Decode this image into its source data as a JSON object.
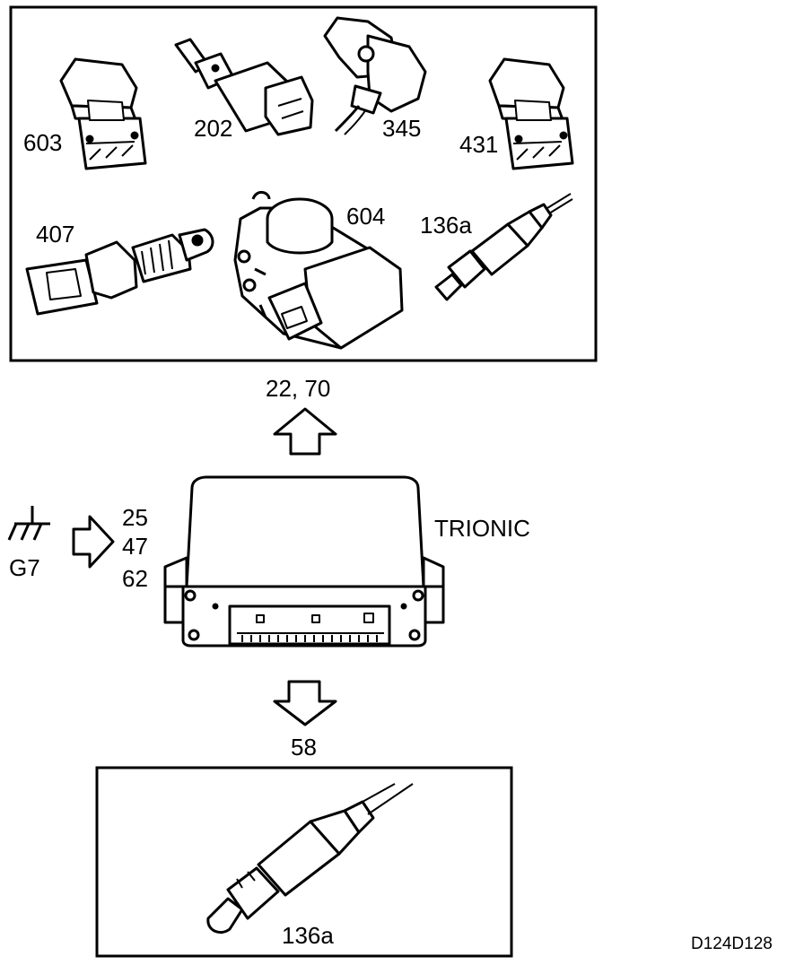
{
  "components": {
    "c603": "603",
    "c202": "202",
    "c345": "345",
    "c431": "431",
    "c407": "407",
    "c604": "604",
    "c136a_top": "136a",
    "c136a_bottom": "136a"
  },
  "arrows": {
    "up_label": "22, 70",
    "down_label": "58",
    "input_numbers": [
      "25",
      "47",
      "62"
    ]
  },
  "ground": {
    "label": "G7"
  },
  "ecu": {
    "label": "TRIONIC"
  },
  "figure_code": "D124D128"
}
